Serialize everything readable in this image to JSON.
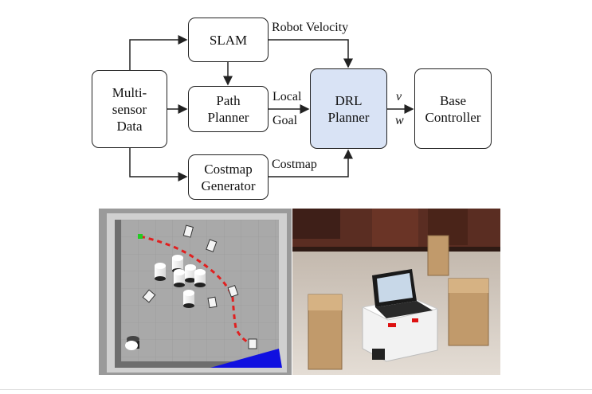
{
  "diagram": {
    "nodes": {
      "slam": "SLAM",
      "multisensor": [
        "Multi-",
        "sensor",
        "Data"
      ],
      "path_planner": [
        "Path",
        "Planner"
      ],
      "costmap_generator": [
        "Costmap",
        "Generator"
      ],
      "drl_planner": [
        "DRL",
        "Planner"
      ],
      "base_controller": [
        "Base",
        "Controller"
      ]
    },
    "edge_labels": {
      "robot_velocity": "Robot Velocity",
      "local": "Local",
      "goal": "Goal",
      "costmap": "Costmap",
      "v": "v",
      "w": "w"
    },
    "colors": {
      "drl_fill": "#d9e3f5",
      "path_red": "#e02020",
      "goal_blue": "#1010e0"
    }
  }
}
